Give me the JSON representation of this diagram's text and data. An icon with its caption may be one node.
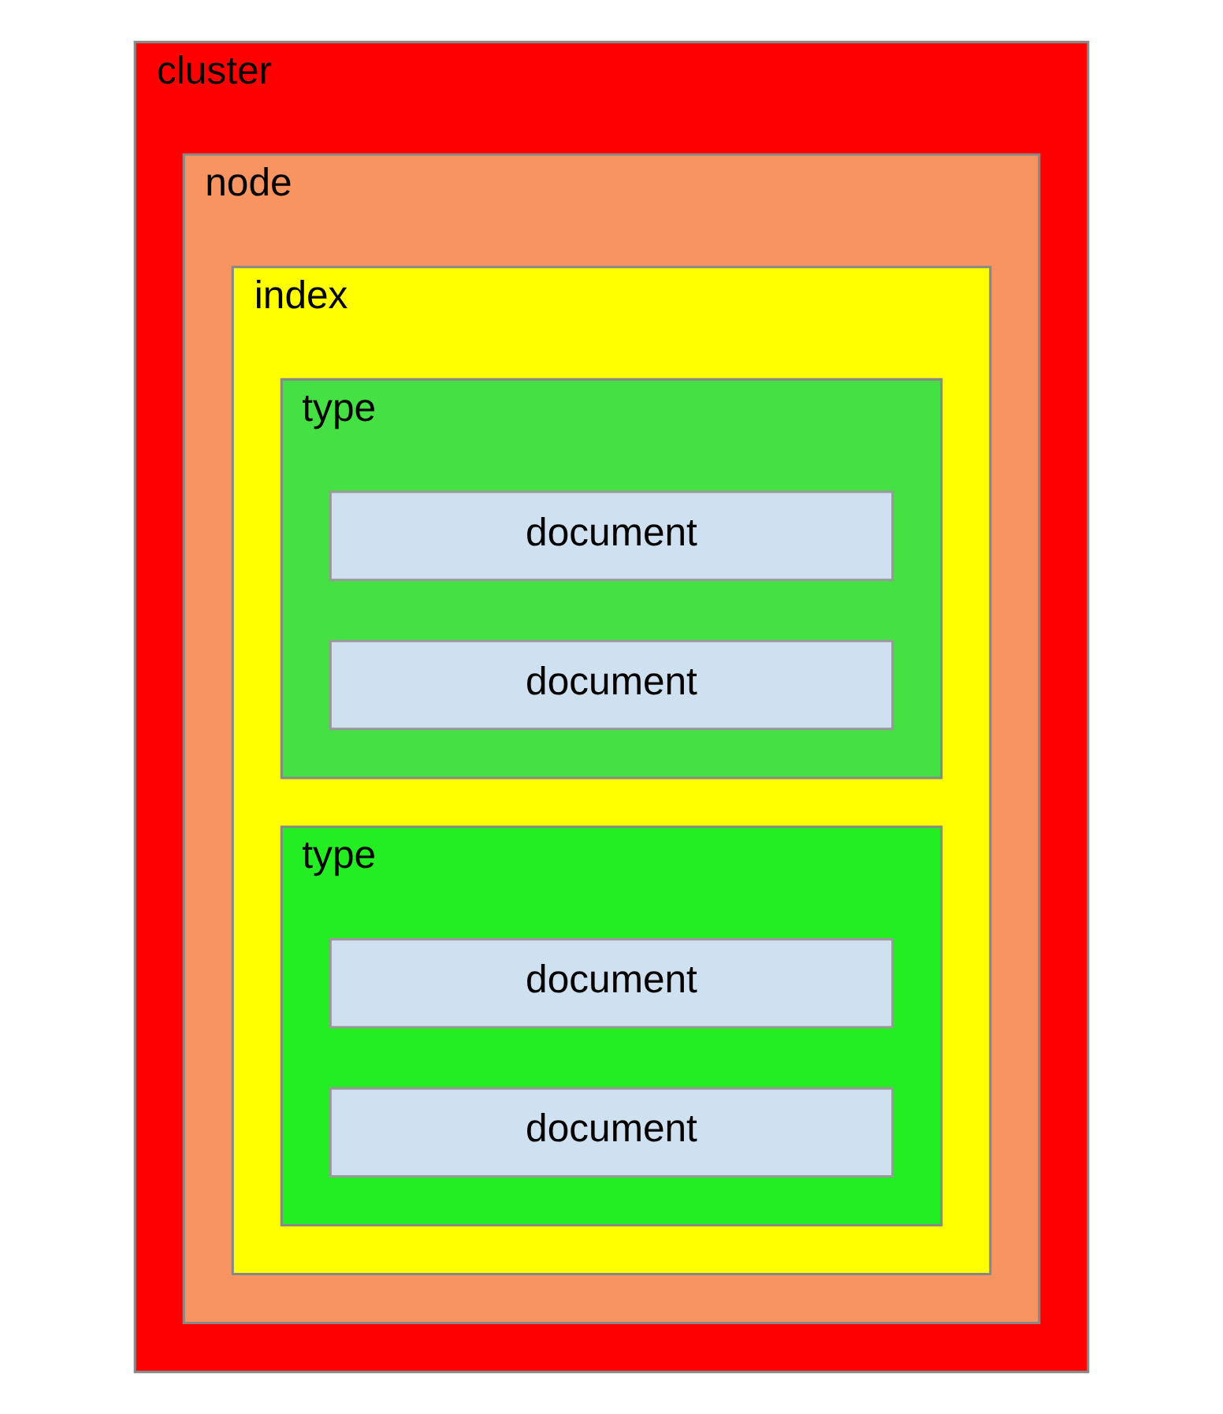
{
  "diagram": {
    "nodes": [
      {
        "text": [
          "cluster"
        ]
      },
      {
        "text": [
          "node"
        ],
        "in": 0
      },
      {
        "text": [
          "index"
        ],
        "in": 1
      },
      {
        "text": [
          "type"
        ],
        "in": 2
      },
      {
        "text": [
          "document"
        ],
        "in": 3
      },
      {
        "text": [
          "document"
        ],
        "in": 3
      },
      {
        "text": [
          "type"
        ],
        "in": 2
      },
      {
        "text": [
          "document"
        ],
        "in": 6
      },
      {
        "text": [
          "document"
        ],
        "in": 6
      }
    ]
  }
}
